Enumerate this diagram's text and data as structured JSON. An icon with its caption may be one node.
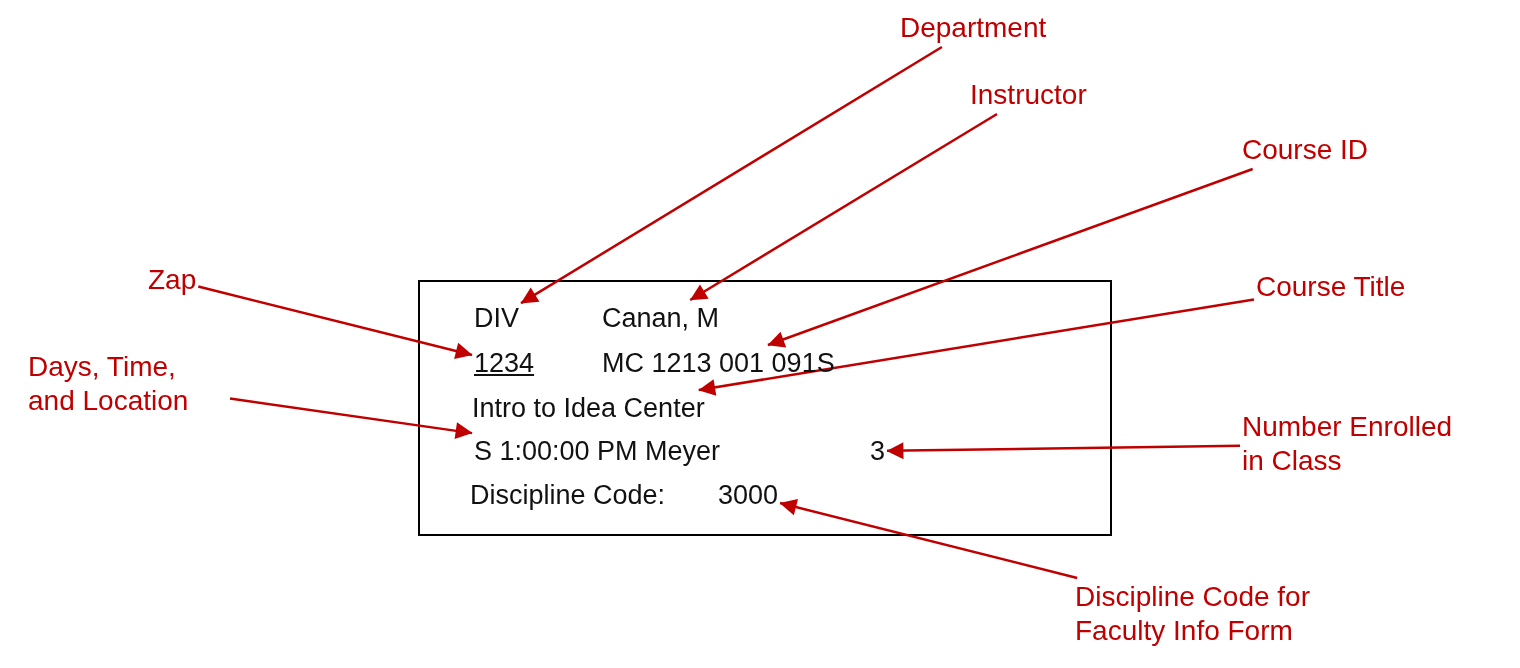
{
  "diagram": {
    "nodes": [
      {
        "text": [],
        "shape": "box"
      },
      {
        "text": [
          "DIV"
        ],
        "in": 0
      },
      {
        "text": [
          "Canan, M"
        ],
        "in": 0
      },
      {
        "text": [
          "1234"
        ],
        "in": 0
      },
      {
        "text": [
          "MC 1213 001 091S"
        ],
        "in": 0
      },
      {
        "text": [
          "Intro to Idea Center"
        ],
        "in": 0
      },
      {
        "text": [
          "S 1:00:00 PM Meyer"
        ],
        "in": 0
      },
      {
        "text": [
          "3"
        ],
        "in": 0
      },
      {
        "text": [
          "Discipline Code:"
        ],
        "in": 0
      },
      {
        "text": [
          "3000"
        ],
        "in": 0
      },
      {
        "text": [
          "Department"
        ]
      },
      {
        "text": [
          "Instructor"
        ]
      },
      {
        "text": [
          "Course ID"
        ]
      },
      {
        "text": [
          "Zap"
        ]
      },
      {
        "text": [
          "Course Title"
        ]
      },
      {
        "text": [
          "Days, Time, and Location"
        ]
      },
      {
        "text": [
          "Number Enrolled in Class"
        ]
      },
      {
        "text": [
          "Discipline Code for Faculty Info Form"
        ]
      }
    ],
    "edges": [
      {
        "from": 10,
        "to": 1,
        "arrow": "to"
      },
      {
        "from": 11,
        "to": 2,
        "arrow": "to"
      },
      {
        "from": 12,
        "to": 4,
        "arrow": "to"
      },
      {
        "from": 13,
        "to": 3,
        "arrow": "to"
      },
      {
        "from": 14,
        "to": 5,
        "arrow": "to"
      },
      {
        "from": 15,
        "to": 6,
        "arrow": "to"
      },
      {
        "from": 16,
        "to": 7,
        "arrow": "to"
      },
      {
        "from": 17,
        "to": 9,
        "arrow": "to"
      }
    ]
  }
}
